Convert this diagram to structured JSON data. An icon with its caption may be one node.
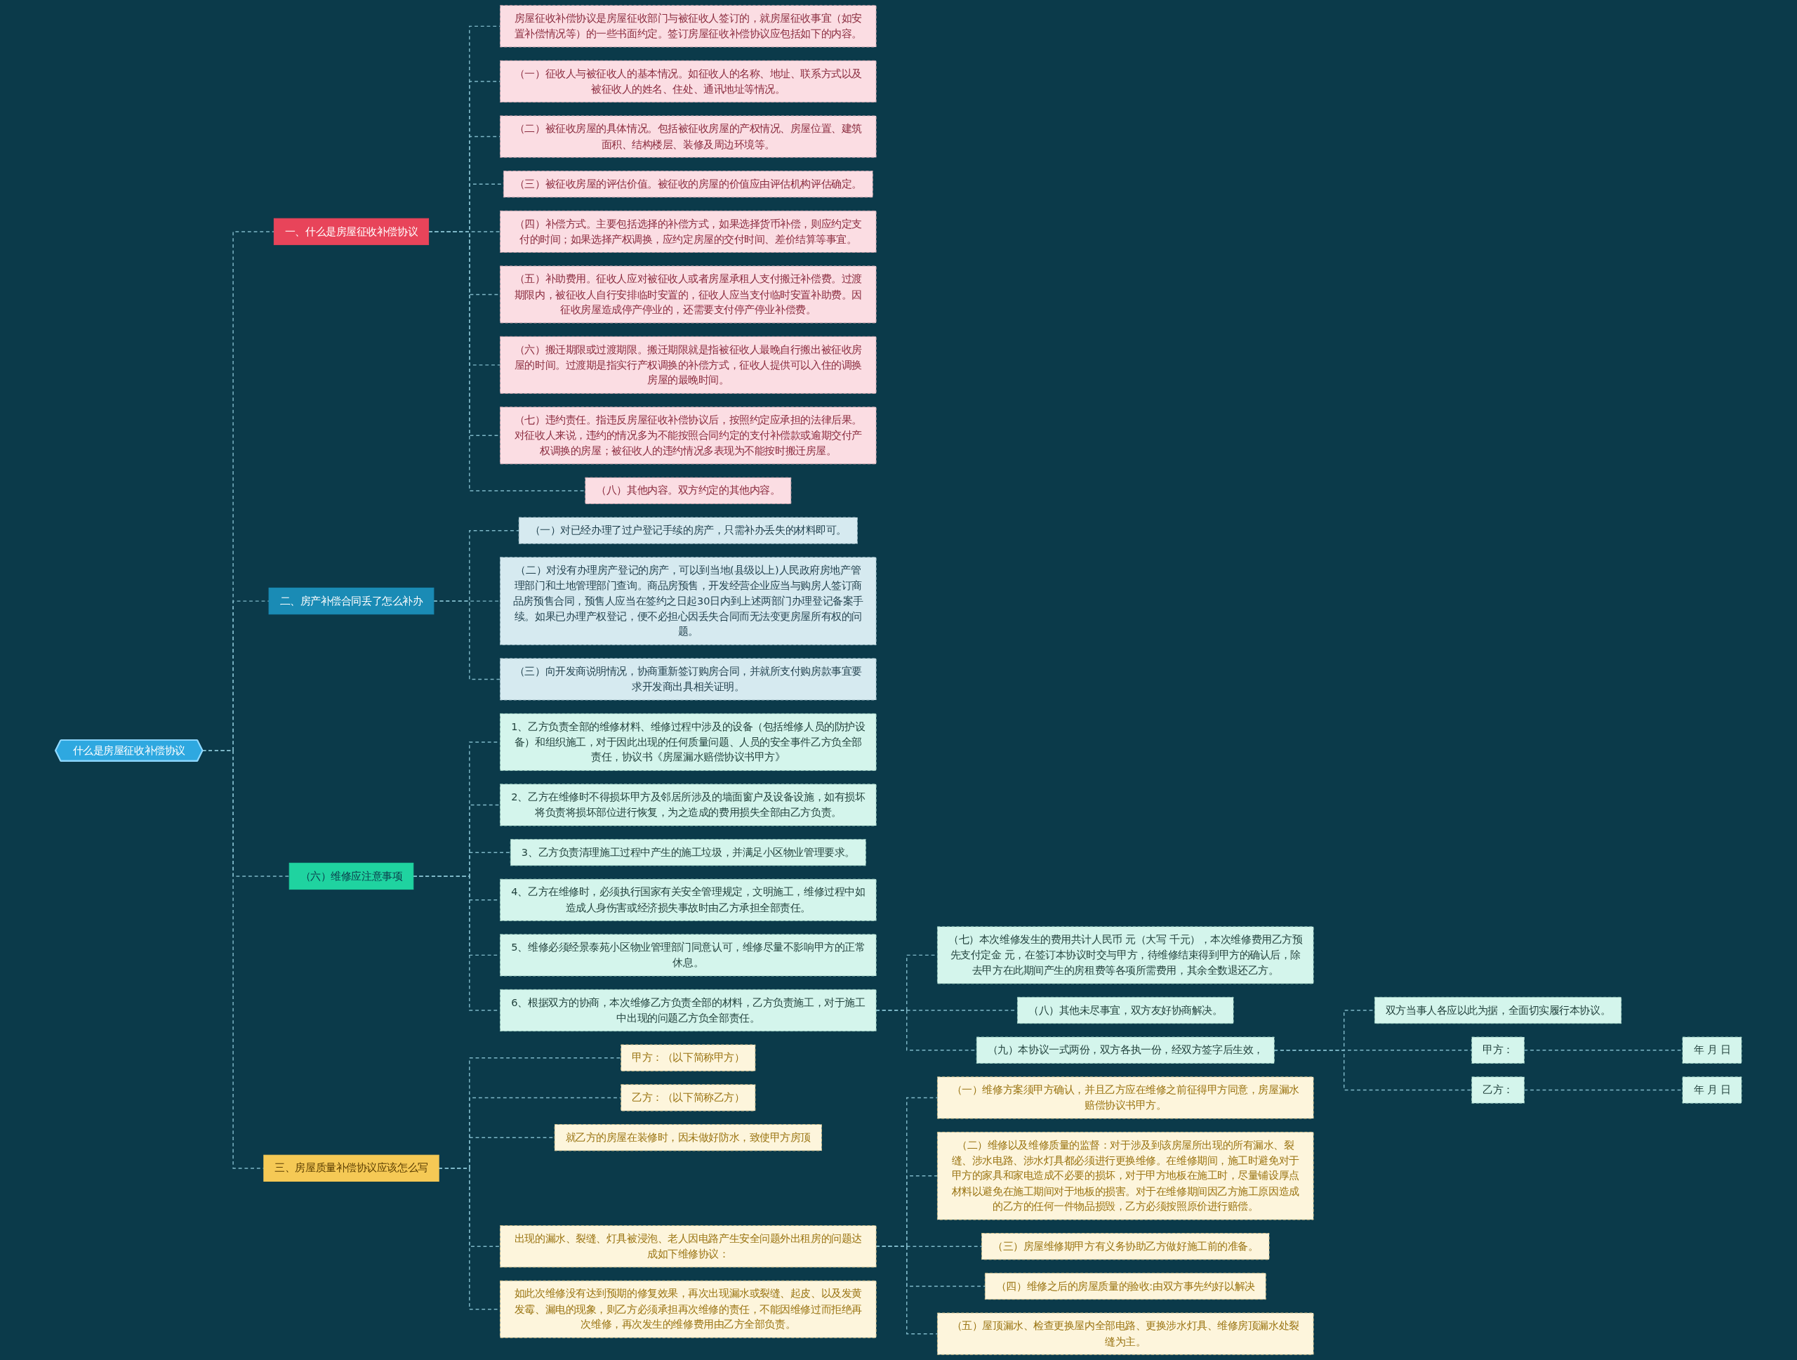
{
  "diagram": {
    "nodes": [
      {
        "text": [
          "什么是房屋征收补偿协议"
        ]
      },
      {
        "text": [
          "一、什么是房屋征收补偿协议"
        ]
      },
      {
        "text": [
          "房屋征收补偿协议是房屋征收部门与被征收人签订的，就房屋征收事宜（如安置补偿情况等）的一些书面约定。签订房屋征收补偿协议应包括如下的内容。"
        ]
      },
      {
        "text": [
          "（一）征收人与被征收人的基本情况。如征收人的名称、地址、联系方式以及被征收人的姓名、住处、通讯地址等情况。"
        ]
      },
      {
        "text": [
          "（二）被征收房屋的具体情况。包括被征收房屋的产权情况、房屋位置、建筑面积、结构楼层、装修及周边环境等。"
        ]
      },
      {
        "text": [
          "（三）被征收房屋的评估价值。被征收的房屋的价值应由评估机构评估确定。"
        ]
      },
      {
        "text": [
          "（四）补偿方式。主要包括选择的补偿方式，如果选择货币补偿，则应约定支付的时间；如果选择产权调换，应约定房屋的交付时间、差价结算等事宜。"
        ]
      },
      {
        "text": [
          "（五）补助费用。征收人应对被征收人或者房屋承租人支付搬迁补偿费。过渡期限内，被征收人自行安排临时安置的，征收人应当支付临时安置补助费。因征收房屋造成停产停业的，还需要支付停产停业补偿费。"
        ]
      },
      {
        "text": [
          "（六）搬迁期限或过渡期限。搬迁期限就是指被征收人最晚自行搬出被征收房屋的时间。过渡期是指实行产权调换的补偿方式，征收人提供可以入住的调换房屋的最晚时间。"
        ]
      },
      {
        "text": [
          "（七）违约责任。指违反房屋征收补偿协议后，按照约定应承担的法律后果。对征收人来说，违约的情况多为不能按照合同约定的支付补偿款或逾期交付产权调换的房屋；被征收人的违约情况多表现为不能按时搬迁房屋。"
        ]
      },
      {
        "text": [
          "（八）其他内容。双方约定的其他内容。"
        ]
      },
      {
        "text": [
          "二、房产补偿合同丢了怎么补办"
        ]
      },
      {
        "text": [
          "（一）对已经办理了过户登记手续的房产，只需补办丢失的材料即可。"
        ]
      },
      {
        "text": [
          "（二）对没有办理房产登记的房产，可以到当地(县级以上)人民政府房地产管理部门和土地管理部门查询。商品房预售，开发经营企业应当与购房人签订商品房预售合同，预售人应当在签约之日起30日内到上述两部门办理登记备案手续。如果已办理产权登记，便不必担心因丢失合同而无法变更房屋所有权的问题。"
        ]
      },
      {
        "text": [
          "（三）向开发商说明情况，协商重新签订购房合同，并就所支付购房款事宜要求开发商出具相关证明。"
        ]
      },
      {
        "text": [
          "（六）维修应注意事项"
        ]
      },
      {
        "text": [
          "1、乙方负责全部的维修材料、维修过程中涉及的设备（包括维修人员的防护设备）和组织施工，对于因此出现的任何质量问题、人员的安全事件乙方负全部责任，协议书《房屋漏水赔偿协议书甲方》"
        ]
      },
      {
        "text": [
          "2、乙方在维修时不得损坏甲方及邻居所涉及的墙面窗户及设备设施，如有损坏将负责将损坏部位进行恢复，为之造成的费用损失全部由乙方负责。"
        ]
      },
      {
        "text": [
          "3、乙方负责清理施工过程中产生的施工垃圾，并满足小区物业管理要求。"
        ]
      },
      {
        "text": [
          "4、乙方在维修时，必须执行国家有关安全管理规定，文明施工，维修过程中如造成人身伤害或经济损失事故时由乙方承担全部责任。"
        ]
      },
      {
        "text": [
          "5、维修必须经景泰苑小区物业管理部门同意认可，维修尽量不影响甲方的正常休息。"
        ]
      },
      {
        "text": [
          "6、根据双方的协商，本次维修乙方负责全部的材料，乙方负责施工，对于施工中出现的问题乙方负全部责任。"
        ]
      },
      {
        "text": [
          "（七）本次维修发生的费用共计人民币 元（大写 千元），本次维修费用乙方预先支付定金 元，在签订本协议时交与甲方，待维修结束得到甲方的确认后，除去甲方在此期间产生的房租费等各项所需费用，其余全数退还乙方。"
        ]
      },
      {
        "text": [
          "（八）其他未尽事宜，双方友好协商解决。"
        ]
      },
      {
        "text": [
          "（九）本协议一式两份，双方各执一份，经双方签字后生效，"
        ]
      },
      {
        "text": [
          "双方当事人各应以此为据，全面切实履行本协议。"
        ]
      },
      {
        "text": [
          "甲方："
        ]
      },
      {
        "text": [
          "乙方："
        ]
      },
      {
        "text": [
          "年 月 日"
        ]
      },
      {
        "text": [
          "年 月 日"
        ]
      },
      {
        "text": [
          "三、房屋质量补偿协议应该怎么写"
        ]
      },
      {
        "text": [
          "甲方：（以下简称甲方）"
        ]
      },
      {
        "text": [
          "乙方：（以下简称乙方）"
        ]
      },
      {
        "text": [
          "就乙方的房屋在装修时，因未做好防水，致使甲方房顶"
        ]
      },
      {
        "text": [
          "出现的漏水、裂缝、灯具被浸泡、老人因电路产生安全问题外出租房的问题达成如下维修协议："
        ]
      },
      {
        "text": [
          "（一）维修方案须甲方确认，并且乙方应在维修之前征得甲方同意，房屋漏水赔偿协议书甲方。"
        ]
      },
      {
        "text": [
          "（二）维修以及维修质量的监督：对于涉及到该房屋所出现的所有漏水、裂缝、涉水电路、涉水灯具都必须进行更换维修。在维修期间，施工时避免对于甲方的家具和家电造成不必要的损坏，对于甲方地板在施工时，尽量铺设厚点材料以避免在施工期间对于地板的损害。对于在维修期间因乙方施工原因造成的乙方的任何一件物品损毁，乙方必须按照原价进行赔偿。"
        ]
      },
      {
        "text": [
          "（三）房屋维修期甲方有义务协助乙方做好施工前的准备。"
        ]
      },
      {
        "text": [
          "（四）维修之后的房屋质量的验收:由双方事先约好以解决"
        ]
      },
      {
        "text": [
          "（五）屋顶漏水、检查更换屋内全部电路、更换涉水灯具、维修房顶漏水处裂缝为主。"
        ]
      },
      {
        "text": [
          "如此次维修没有达到预期的修复效果，再次出现漏水或裂缝、起皮、以及发黄发霉、漏电的现象，则乙方必须承担再次维修的责任，不能因维修过而拒绝再次维修，再次发生的维修费用由乙方全部负责。"
        ]
      }
    ],
    "edges": [
      {
        "from": 0,
        "to": 1,
        "arrow": "none"
      },
      {
        "from": 1,
        "to": 2,
        "arrow": "none"
      },
      {
        "from": 1,
        "to": 3,
        "arrow": "none"
      },
      {
        "from": 1,
        "to": 4,
        "arrow": "none"
      },
      {
        "from": 1,
        "to": 5,
        "arrow": "none"
      },
      {
        "from": 1,
        "to": 6,
        "arrow": "none"
      },
      {
        "from": 1,
        "to": 7,
        "arrow": "none"
      },
      {
        "from": 1,
        "to": 8,
        "arrow": "none"
      },
      {
        "from": 1,
        "to": 9,
        "arrow": "none"
      },
      {
        "from": 1,
        "to": 10,
        "arrow": "none"
      },
      {
        "from": 0,
        "to": 11,
        "arrow": "none"
      },
      {
        "from": 11,
        "to": 12,
        "arrow": "none"
      },
      {
        "from": 11,
        "to": 13,
        "arrow": "none"
      },
      {
        "from": 11,
        "to": 14,
        "arrow": "none"
      },
      {
        "from": 0,
        "to": 15,
        "arrow": "none"
      },
      {
        "from": 15,
        "to": 16,
        "arrow": "none"
      },
      {
        "from": 15,
        "to": 17,
        "arrow": "none"
      },
      {
        "from": 15,
        "to": 18,
        "arrow": "none"
      },
      {
        "from": 15,
        "to": 19,
        "arrow": "none"
      },
      {
        "from": 15,
        "to": 20,
        "arrow": "none"
      },
      {
        "from": 15,
        "to": 21,
        "arrow": "none"
      },
      {
        "from": 21,
        "to": 22,
        "arrow": "none"
      },
      {
        "from": 21,
        "to": 23,
        "arrow": "none"
      },
      {
        "from": 21,
        "to": 24,
        "arrow": "none"
      },
      {
        "from": 24,
        "to": 25,
        "arrow": "none"
      },
      {
        "from": 24,
        "to": 26,
        "arrow": "none"
      },
      {
        "from": 24,
        "to": 27,
        "arrow": "none"
      },
      {
        "from": 26,
        "to": 28,
        "arrow": "none"
      },
      {
        "from": 27,
        "to": 29,
        "arrow": "none"
      },
      {
        "from": 0,
        "to": 30,
        "arrow": "none"
      },
      {
        "from": 30,
        "to": 31,
        "arrow": "none"
      },
      {
        "from": 30,
        "to": 32,
        "arrow": "none"
      },
      {
        "from": 30,
        "to": 33,
        "arrow": "none"
      },
      {
        "from": 30,
        "to": 34,
        "arrow": "none"
      },
      {
        "from": 34,
        "to": 35,
        "arrow": "none"
      },
      {
        "from": 34,
        "to": 36,
        "arrow": "none"
      },
      {
        "from": 34,
        "to": 37,
        "arrow": "none"
      },
      {
        "from": 34,
        "to": 38,
        "arrow": "none"
      },
      {
        "from": 34,
        "to": 39,
        "arrow": "none"
      },
      {
        "from": 30,
        "to": 40,
        "arrow": "none"
      }
    ]
  }
}
